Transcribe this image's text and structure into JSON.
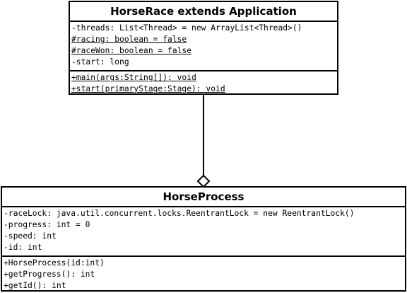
{
  "class_horserace": {
    "name": "HorseRace extends Application",
    "attributes": [
      "-threads: List<Thread> = new ArrayList<Thread>()",
      "#racing: boolean = false",
      "#raceWon: boolean = false",
      "-start: long"
    ],
    "methods": [
      "+main(args:String[]): void",
      "+start(primaryStage:Stage): void"
    ]
  },
  "class_horseprocess": {
    "name": "HorseProcess",
    "attributes": [
      "-raceLock: java.util.concurrent.locks.ReentrantLock = new ReentrantLock()",
      "-progress: int = 0",
      "-speed: int",
      "-id: int"
    ],
    "methods": [
      "+HorseProcess(id:int)",
      "+getProgress(): int",
      "+getId(): int"
    ]
  },
  "relation": {
    "type": "aggregation"
  }
}
